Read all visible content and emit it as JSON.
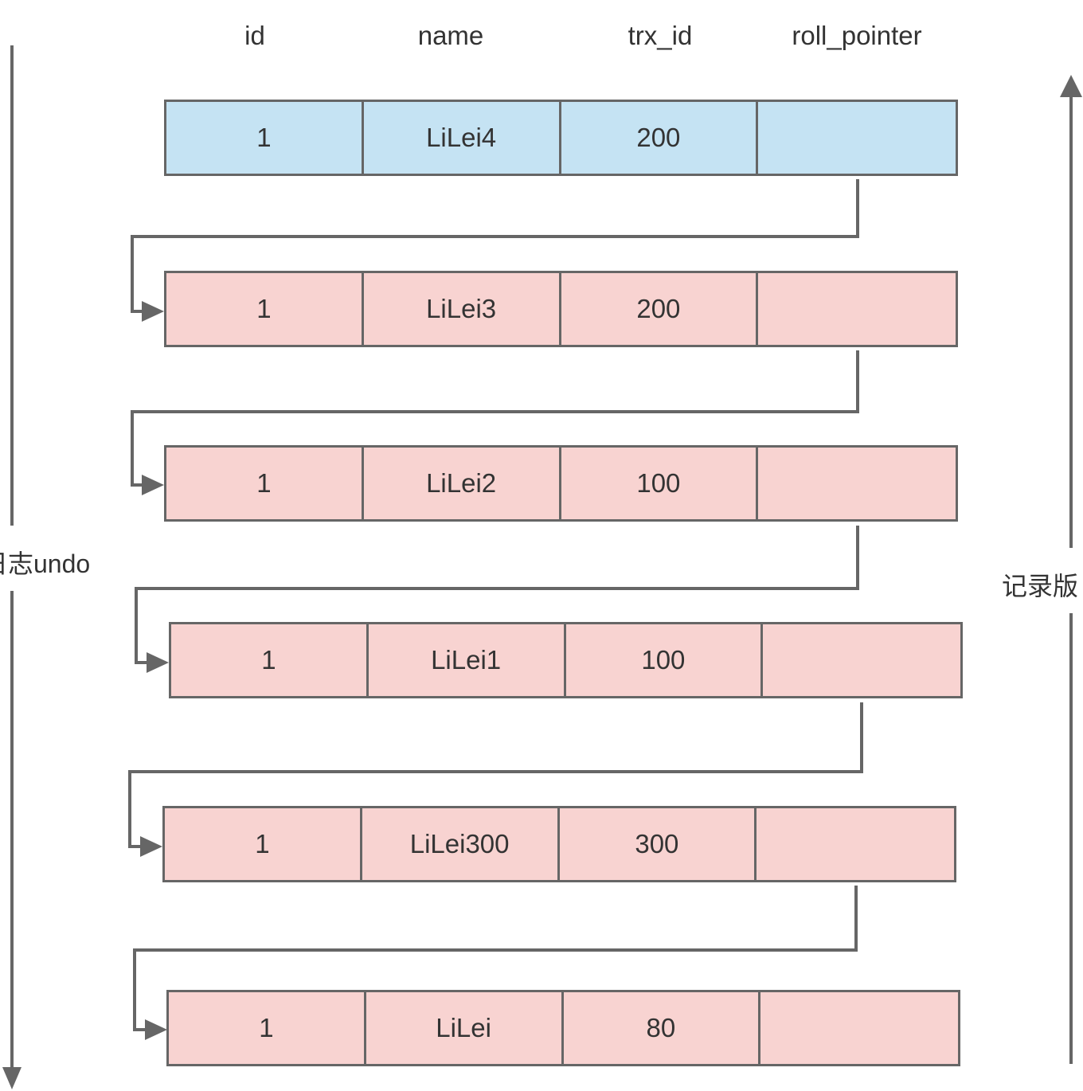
{
  "headers": [
    "id",
    "name",
    "trx_id",
    "roll_pointer"
  ],
  "rows": [
    {
      "id": "1",
      "name": "LiLei4",
      "trx_id": "200",
      "roll_pointer": ""
    },
    {
      "id": "1",
      "name": "LiLei3",
      "trx_id": "200",
      "roll_pointer": ""
    },
    {
      "id": "1",
      "name": "LiLei2",
      "trx_id": "100",
      "roll_pointer": ""
    },
    {
      "id": "1",
      "name": "LiLei1",
      "trx_id": "100",
      "roll_pointer": ""
    },
    {
      "id": "1",
      "name": "LiLei300",
      "trx_id": "300",
      "roll_pointer": ""
    },
    {
      "id": "1",
      "name": "LiLei",
      "trx_id": "80",
      "roll_pointer": ""
    }
  ],
  "left_label": "日志undo",
  "right_label": "记录版",
  "colors": {
    "current_row": "#c5e3f3",
    "undo_row": "#f8d3d1",
    "line": "#666666"
  }
}
